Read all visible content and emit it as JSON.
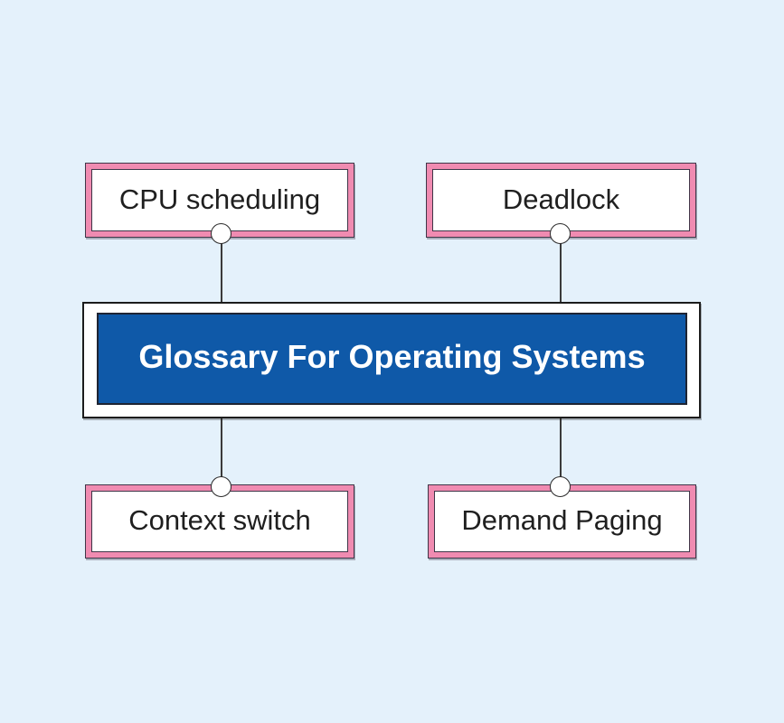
{
  "diagram": {
    "title": "Glossary For Operating Systems",
    "nodes": [
      {
        "id": "cpu-scheduling",
        "label": "CPU scheduling",
        "position": "top-left"
      },
      {
        "id": "deadlock",
        "label": "Deadlock",
        "position": "top-right"
      },
      {
        "id": "context-switch",
        "label": "Context switch",
        "position": "bottom-left"
      },
      {
        "id": "demand-paging",
        "label": "Demand Paging",
        "position": "bottom-right"
      }
    ],
    "colors": {
      "bg": "#e4f1fb",
      "blue": "#0f59a8",
      "pink": "#f08bb1",
      "outline": "#3f3648",
      "connector": "#3a3a3a",
      "text": "#1f1f1f"
    }
  }
}
